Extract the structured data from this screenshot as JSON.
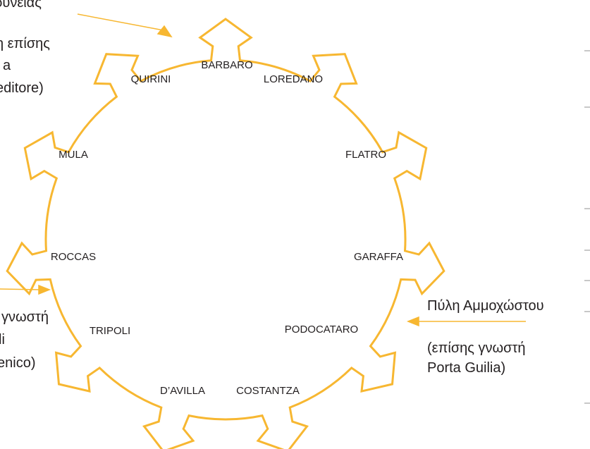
{
  "colors": {
    "wall": "#f7b731",
    "text": "#231f20",
    "tick": "#b5b5b5"
  },
  "bastions": [
    {
      "name": "BARBARO"
    },
    {
      "name": "LOREDANO"
    },
    {
      "name": "FLATRO"
    },
    {
      "name": "GARAFFA"
    },
    {
      "name": "PODOCATARO"
    },
    {
      "name": "COSTANTZA"
    },
    {
      "name": "D’AVILLA"
    },
    {
      "name": "TRIPOLI"
    },
    {
      "name": "ROCCAS"
    },
    {
      "name": "MULA"
    },
    {
      "name": "QUIRINI"
    }
  ],
  "gates": {
    "famagusta": {
      "name": "Πύλη Αμμοχώστου",
      "alt_line1": "(επίσης γνωστή",
      "alt_line2": "Porta Guilia)"
    },
    "kyrenia": {
      "name_fragment": "ρυνείας",
      "alt_line1": "η επίσης",
      "alt_line2": "a",
      "alt_line3": "editore)"
    },
    "paphos": {
      "alt_line1": "γνωστή",
      "alt_line2": "li",
      "alt_line3": "enico)"
    }
  }
}
